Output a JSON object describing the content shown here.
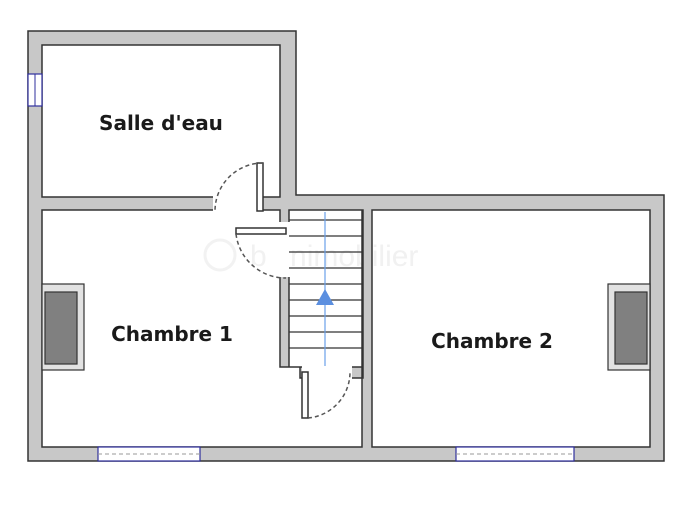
{
  "rooms": [
    {
      "id": "salle-eau",
      "label": "Salle d'eau"
    },
    {
      "id": "chambre-1",
      "label": "Chambre 1"
    },
    {
      "id": "chambre-2",
      "label": "Chambre 2"
    }
  ],
  "watermark": {
    "text": "bienimobilier"
  },
  "colors": {
    "wall": "#c8c8c8",
    "wall_outline": "#333333",
    "window": "#2f2f9c",
    "stair_arrow": "#5b8fe0",
    "stair_line": "#6aa0e8",
    "radiator": "#808080",
    "door_arc": "#555555"
  }
}
